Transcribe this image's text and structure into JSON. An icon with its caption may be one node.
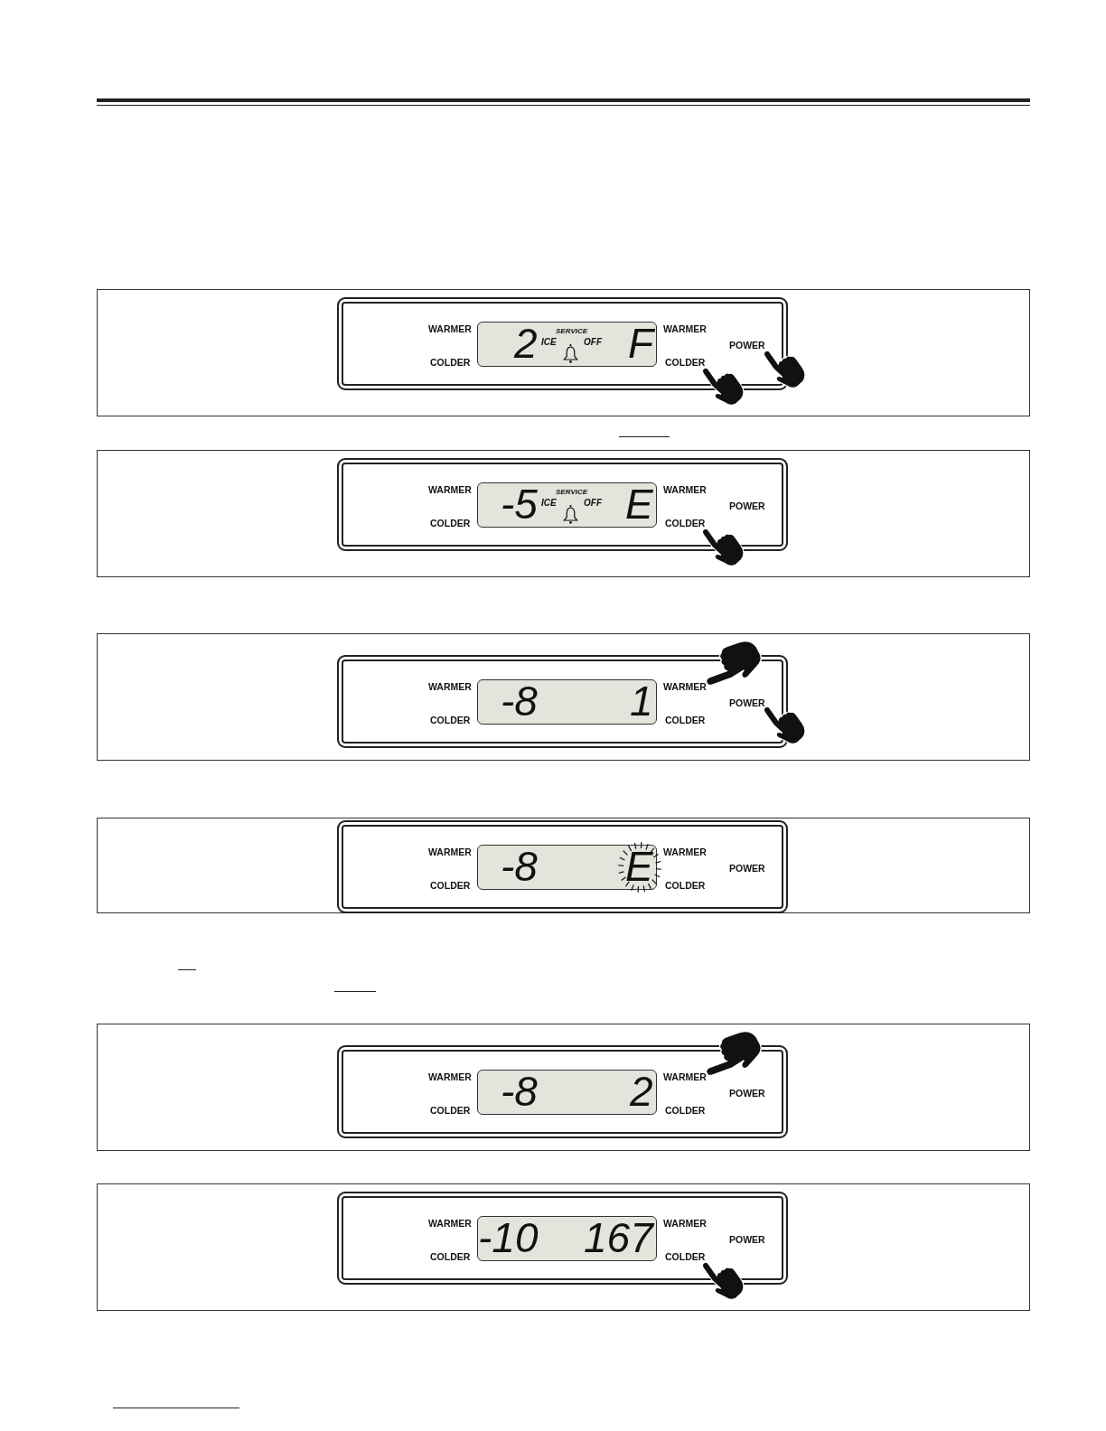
{
  "diagram": {
    "nodes": [
      {
        "text": [],
        "shape": "box"
      },
      {
        "text": [
          "WARMER",
          "COLDER",
          "WARMER",
          "COLDER",
          "POWER"
        ],
        "in": 0
      },
      {
        "text": [
          "2",
          "SERVICE",
          "ICE",
          "OFF",
          "F"
        ],
        "in": 1
      },
      {
        "text": [],
        "shape": "picture",
        "in": 0
      },
      {
        "text": [],
        "shape": "picture",
        "in": 0
      },
      {
        "text": [],
        "shape": "box"
      },
      {
        "text": [
          "WARMER",
          "COLDER",
          "WARMER",
          "COLDER",
          "POWER"
        ],
        "in": 5
      },
      {
        "text": [
          "-5",
          "SERVICE",
          "ICE",
          "OFF",
          "E"
        ],
        "in": 6
      },
      {
        "text": [],
        "shape": "picture",
        "in": 5
      },
      {
        "text": [],
        "shape": "box"
      },
      {
        "text": [
          "WARMER",
          "COLDER",
          "WARMER",
          "COLDER",
          "POWER"
        ],
        "in": 9
      },
      {
        "text": [
          "-8",
          "1"
        ],
        "in": 10
      },
      {
        "text": [],
        "shape": "picture",
        "in": 9
      },
      {
        "text": [],
        "shape": "picture",
        "in": 9
      },
      {
        "text": [],
        "shape": "box"
      },
      {
        "text": [
          "WARMER",
          "COLDER",
          "WARMER",
          "COLDER",
          "POWER"
        ],
        "in": 14
      },
      {
        "text": [
          "-8",
          "E"
        ],
        "in": 15
      },
      {
        "text": [],
        "shape": "box"
      },
      {
        "text": [
          "WARMER",
          "COLDER",
          "WARMER",
          "COLDER",
          "POWER"
        ],
        "in": 17
      },
      {
        "text": [
          "-8",
          "2"
        ],
        "in": 18
      },
      {
        "text": [],
        "shape": "picture",
        "in": 17
      },
      {
        "text": [],
        "shape": "box"
      },
      {
        "text": [
          "WARMER",
          "COLDER",
          "WARMER",
          "COLDER",
          "POWER"
        ],
        "in": 21
      },
      {
        "text": [
          "-10",
          "167"
        ],
        "in": 22
      },
      {
        "text": [],
        "shape": "picture",
        "in": 21
      }
    ]
  }
}
